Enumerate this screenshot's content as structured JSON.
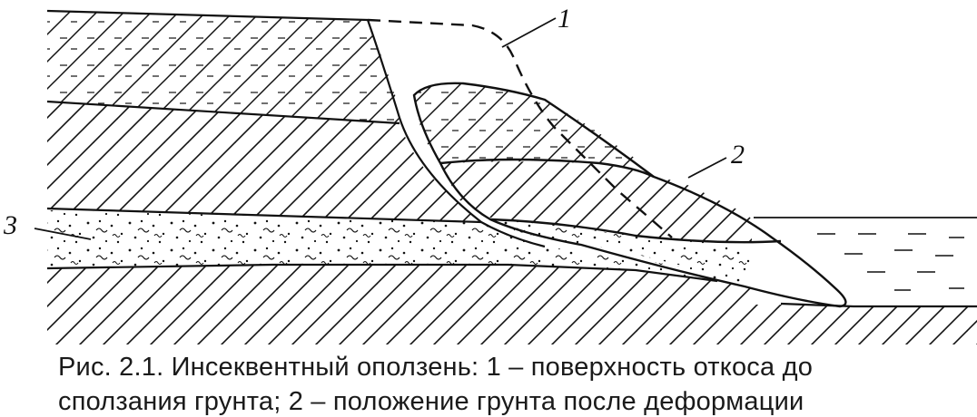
{
  "figure": {
    "labels": {
      "surface_before": "1",
      "ground_after": "2",
      "weak_layer": "3"
    },
    "caption": {
      "line1": "Рис. 2.1. Инсеквентный оползень: 1 – поверхность откоса до",
      "line2": "сползания грунта; 2 – положение грунта после деформации"
    },
    "colors": {
      "ink": "#111111",
      "paper": "#ffffff"
    }
  }
}
